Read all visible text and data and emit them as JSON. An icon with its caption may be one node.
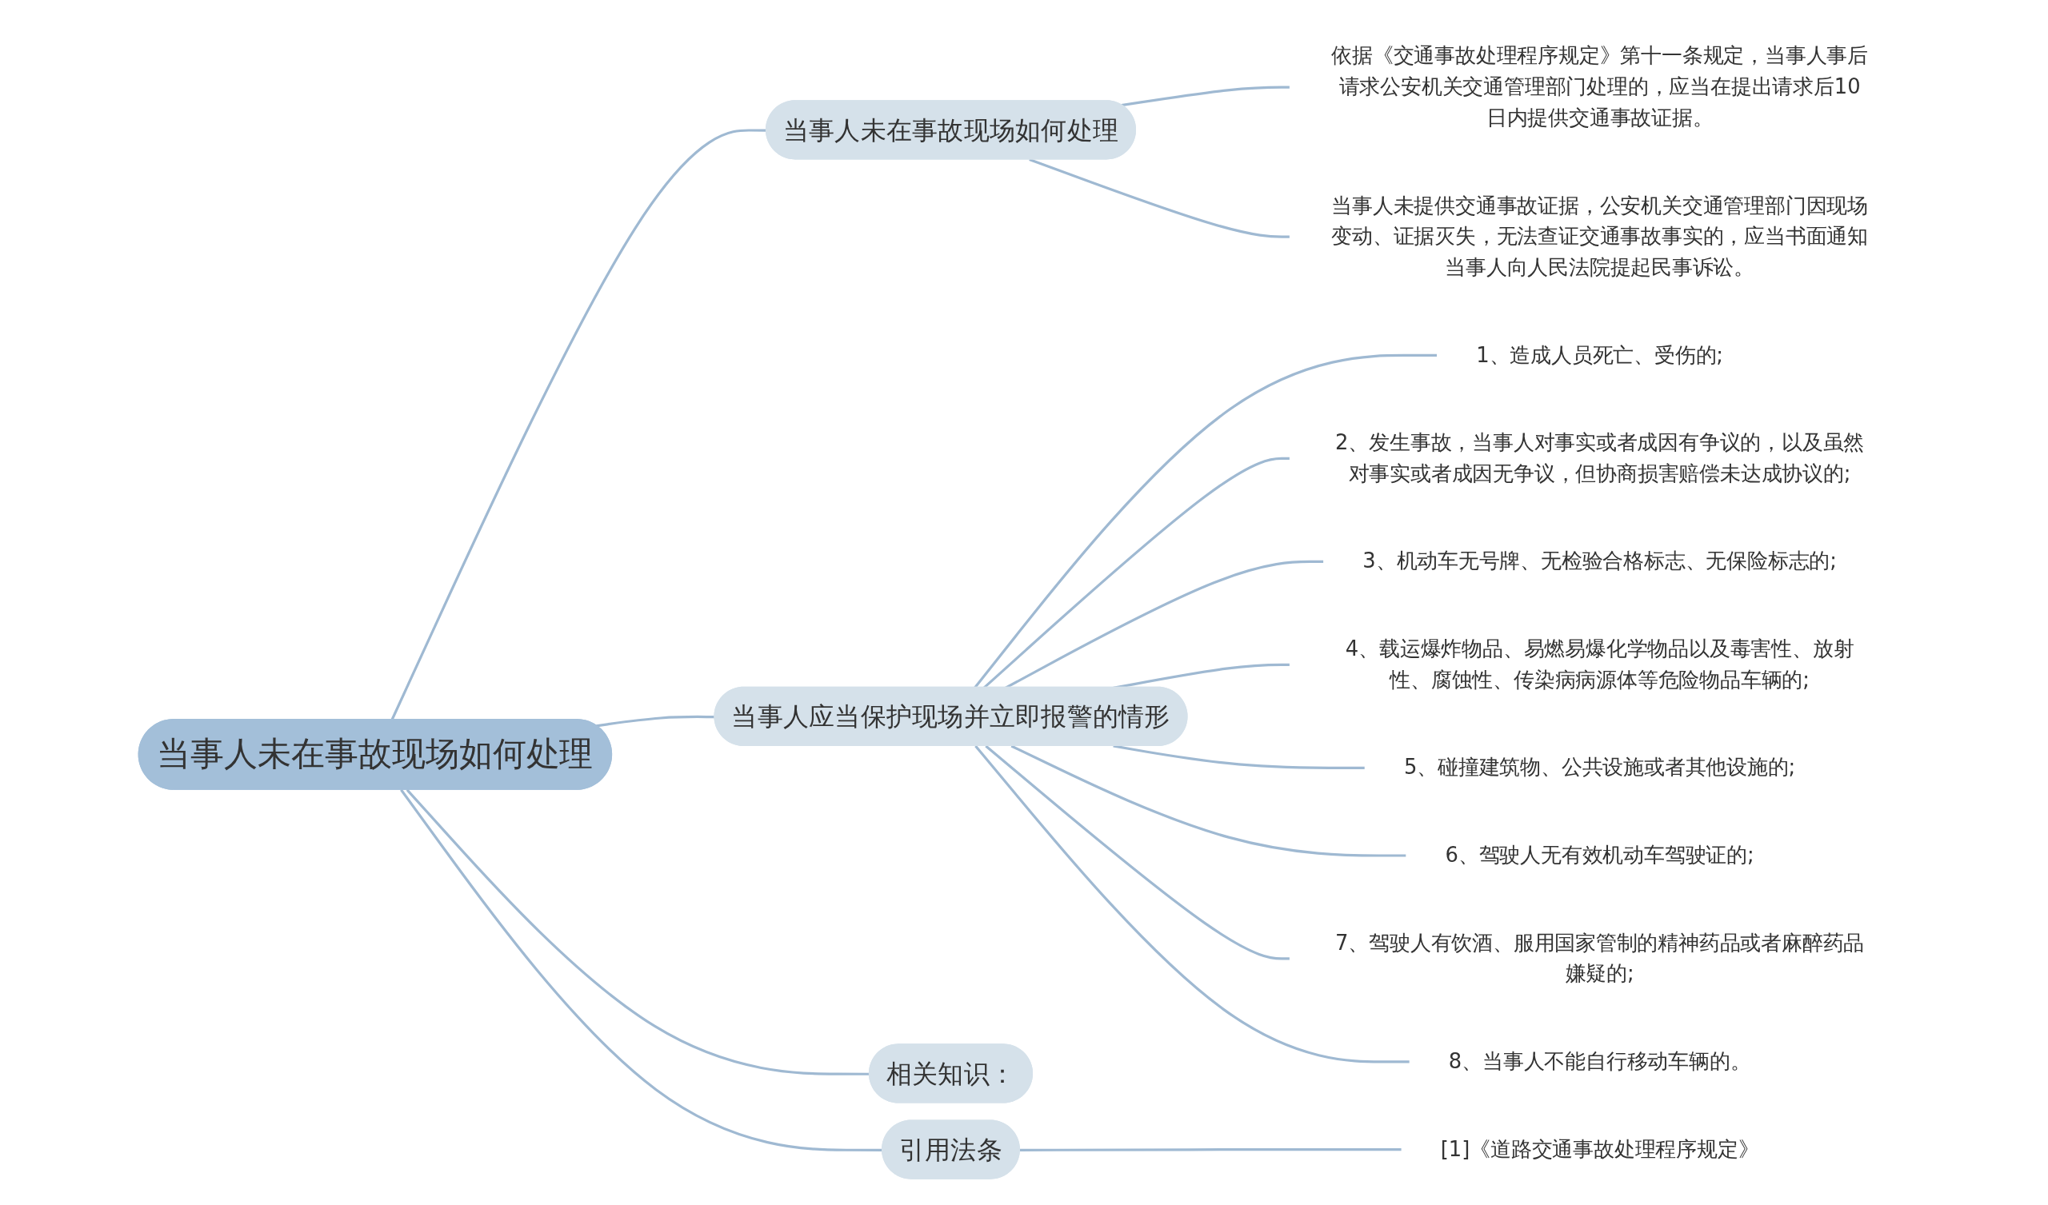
{
  "diagram": {
    "nodes": [
      {
        "text": [
          "当事人未在事故现场如何处理"
        ]
      },
      {
        "text": [
          "当事人未在事故现场如何处理"
        ]
      },
      {
        "text": [
          "依据《交通事故处理程序规定》第十一条规定，当事人事后请求公安机关交通管理部门处理的，应当在提出请求后10日内提供交通事故证据。"
        ]
      },
      {
        "text": [
          "当事人未提供交通事故证据，公安机关交通管理部门因现场变动、证据灭失，无法查证交通事故事实的，应当书面通知当事人向人民法院提起民事诉讼。"
        ]
      },
      {
        "text": [
          "当事人应当保护现场并立即报警的情形"
        ]
      },
      {
        "text": [
          "1、造成人员死亡、受伤的;"
        ]
      },
      {
        "text": [
          "2、发生事故，当事人对事实或者成因有争议的，以及虽然对事实或者成因无争议，但协商损害赔偿未达成协议的;"
        ]
      },
      {
        "text": [
          "3、机动车无号牌、无检验合格标志、无保险标志的;"
        ]
      },
      {
        "text": [
          "4、载运爆炸物品、易燃易爆化学物品以及毒害性、放射性、腐蚀性、传染病病源体等危险物品车辆的;"
        ]
      },
      {
        "text": [
          "5、碰撞建筑物、公共设施或者其他设施的;"
        ]
      },
      {
        "text": [
          "6、驾驶人无有效机动车驾驶证的;"
        ]
      },
      {
        "text": [
          "7、驾驶人有饮酒、服用国家管制的精神药品或者麻醉药品嫌疑的;"
        ]
      },
      {
        "text": [
          "8、当事人不能自行移动车辆的。"
        ]
      },
      {
        "text": [
          "相关知识："
        ]
      },
      {
        "text": [
          "引用法条"
        ]
      },
      {
        "text": [
          "[1]《道路交通事故处理程序规定》"
        ]
      }
    ],
    "edges": [
      {
        "from": 0,
        "to": 1,
        "arrow": "none"
      },
      {
        "from": 1,
        "to": 2,
        "arrow": "none"
      },
      {
        "from": 1,
        "to": 3,
        "arrow": "none"
      },
      {
        "from": 0,
        "to": 4,
        "arrow": "none"
      },
      {
        "from": 4,
        "to": 5,
        "arrow": "none"
      },
      {
        "from": 4,
        "to": 6,
        "arrow": "none"
      },
      {
        "from": 4,
        "to": 7,
        "arrow": "none"
      },
      {
        "from": 4,
        "to": 8,
        "arrow": "none"
      },
      {
        "from": 4,
        "to": 9,
        "arrow": "none"
      },
      {
        "from": 4,
        "to": 10,
        "arrow": "none"
      },
      {
        "from": 4,
        "to": 11,
        "arrow": "none"
      },
      {
        "from": 4,
        "to": 12,
        "arrow": "none"
      },
      {
        "from": 0,
        "to": 13,
        "arrow": "none"
      },
      {
        "from": 0,
        "to": 14,
        "arrow": "none"
      },
      {
        "from": 14,
        "to": 15,
        "arrow": "none"
      }
    ]
  }
}
